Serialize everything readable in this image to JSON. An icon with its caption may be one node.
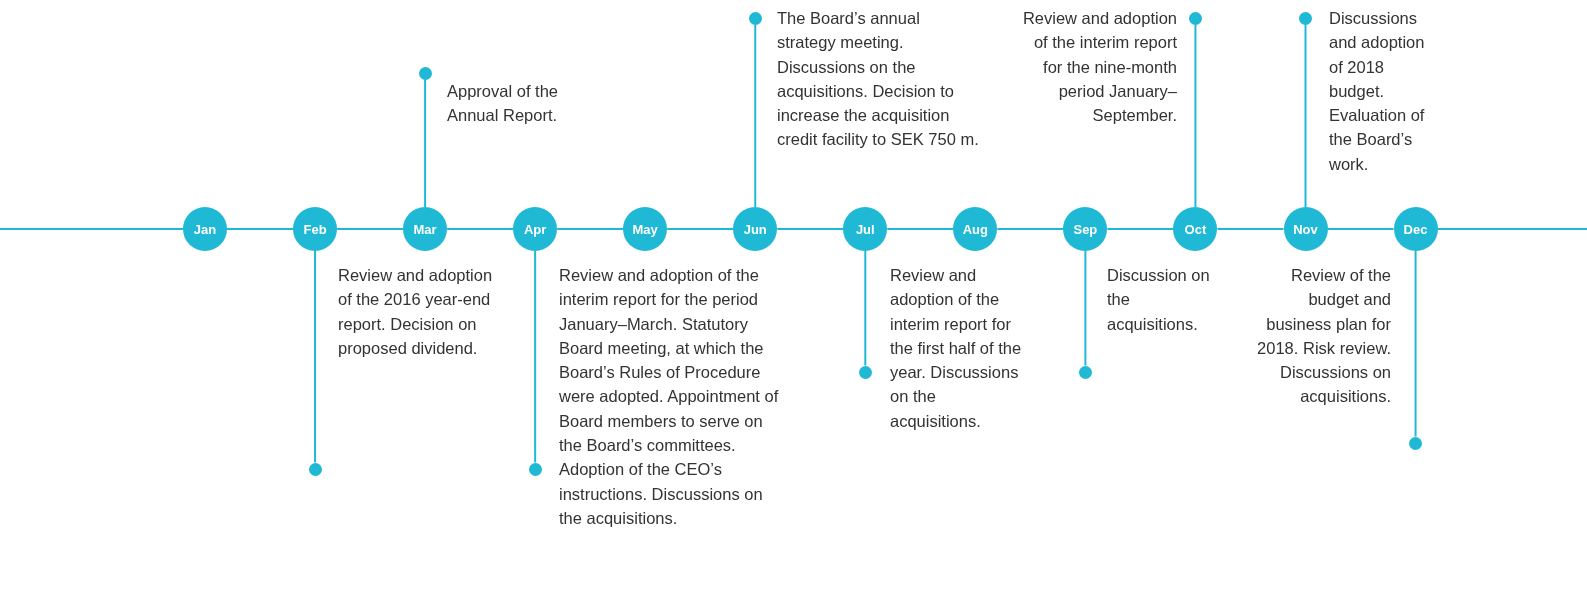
{
  "diagram": {
    "nodes": [
      {
        "text": [
          "Jan"
        ]
      },
      {
        "text": [
          "Feb"
        ]
      },
      {
        "text": [
          "Mar"
        ]
      },
      {
        "text": [
          "Apr"
        ]
      },
      {
        "text": [
          "May"
        ]
      },
      {
        "text": [
          "Jun"
        ]
      },
      {
        "text": [
          "Jul"
        ]
      },
      {
        "text": [
          "Aug"
        ]
      },
      {
        "text": [
          "Sep"
        ]
      },
      {
        "text": [
          "Oct"
        ]
      },
      {
        "text": [
          "Nov"
        ]
      },
      {
        "text": [
          "Dec"
        ]
      },
      {
        "text": [],
        "shape": "circle"
      },
      {
        "text": [],
        "shape": "circle"
      },
      {
        "text": [],
        "shape": "circle"
      },
      {
        "text": [],
        "shape": "circle"
      },
      {
        "text": [],
        "shape": "circle"
      },
      {
        "text": [],
        "shape": "circle"
      },
      {
        "text": [],
        "shape": "circle"
      },
      {
        "text": [],
        "shape": "circle"
      },
      {
        "text": [],
        "shape": "circle"
      }
    ],
    "labels": [
      "The Board’s annual strategy meeting. Discussions on the acquisitions. Decision to increase the acquisition credit facility to SEK 750 m.",
      "Review and adoption of the interim report for the nine-month period January–September.",
      "Discussions and adoption of 2018 budget. Evaluation of the Board’s work.",
      "Approval of the Annual Report.",
      "Review and adoption of the 2016 year-end report. Decision on proposed dividend.",
      "Review and adoption of the interim report for the period January–March. Statutory Board meeting, at which the Board’s Rules of Procedure were adopted. Appointment of Board members to serve on the Board’s committees. Adoption of the CEO’s instructions. Discussions on the acquisitions.",
      "Review and adoption of the interim report for the first half of the year. Discussions on the acquisitions.",
      "Discussion on the acquisitions.",
      "Review of the budget and business plan for 2018. Risk review. Discussions on acquisitions."
    ],
    "edges": [
      {
        "from": null,
        "to": 0,
        "arrow": "none"
      },
      {
        "from": 0,
        "to": 1,
        "arrow": "none"
      },
      {
        "from": 1,
        "to": 2,
        "arrow": "none"
      },
      {
        "from": 2,
        "to": 3,
        "arrow": "none"
      },
      {
        "from": 3,
        "to": 4,
        "arrow": "none"
      },
      {
        "from": 4,
        "to": 5,
        "arrow": "none"
      },
      {
        "from": 5,
        "to": 6,
        "arrow": "none"
      },
      {
        "from": 6,
        "to": 7,
        "arrow": "none"
      },
      {
        "from": 7,
        "to": 8,
        "arrow": "none"
      },
      {
        "from": 8,
        "to": 9,
        "arrow": "none"
      },
      {
        "from": 9,
        "to": 10,
        "arrow": "none"
      },
      {
        "from": 10,
        "to": 11,
        "arrow": "none"
      },
      {
        "from": 11,
        "to": null,
        "arrow": "none"
      },
      {
        "from": 1,
        "to": 12,
        "arrow": "none"
      },
      {
        "from": 2,
        "to": 13,
        "arrow": "none"
      },
      {
        "from": 3,
        "to": 14,
        "arrow": "none"
      },
      {
        "from": 5,
        "to": 15,
        "arrow": "none"
      },
      {
        "from": 6,
        "to": 16,
        "arrow": "none"
      },
      {
        "from": 8,
        "to": 17,
        "arrow": "none"
      },
      {
        "from": 9,
        "to": 18,
        "arrow": "none"
      },
      {
        "from": 10,
        "to": 19,
        "arrow": "none"
      },
      {
        "from": 11,
        "to": 20,
        "arrow": "none"
      }
    ]
  }
}
